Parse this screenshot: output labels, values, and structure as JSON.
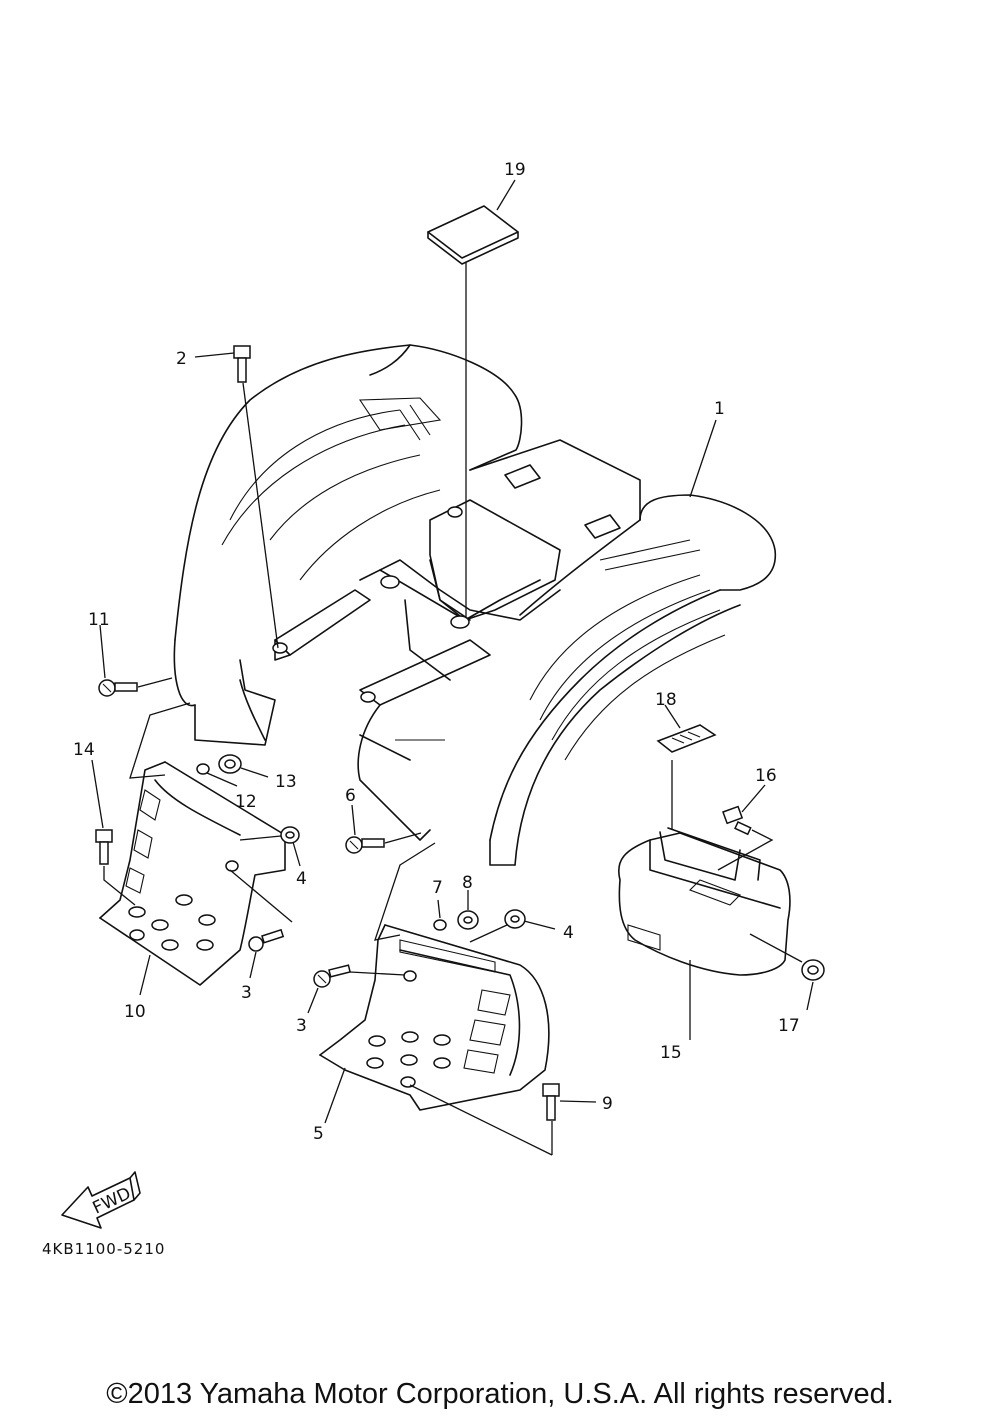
{
  "callouts": [
    "19",
    "2",
    "1",
    "11",
    "18",
    "14",
    "13",
    "12",
    "6",
    "16",
    "4",
    "7",
    "8",
    "4",
    "10",
    "3",
    "3",
    "17",
    "15",
    "9",
    "5"
  ],
  "fwd_label": "FWD",
  "diagram_code": "4KB1100-5210",
  "copyright": "©2013 Yamaha Motor Corporation, U.S.A. All rights reserved."
}
